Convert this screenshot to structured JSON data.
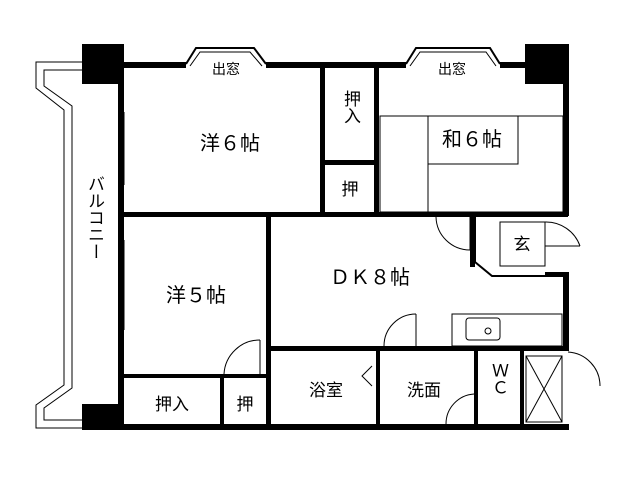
{
  "rooms": {
    "western6": "洋６帖",
    "japanese6": "和６帖",
    "western5": "洋５帖",
    "dk8": "ＤＫ８帖",
    "closet_upper": "押入",
    "closet_small": "押",
    "closet_lower": "押入",
    "closet_lower_small": "押",
    "entrance": "玄",
    "bathroom": "浴室",
    "washroom": "洗面",
    "wc": "ＷＣ"
  },
  "labels": {
    "bay_window_left": "出窓",
    "bay_window_right": "出窓",
    "balcony": "バルコニー"
  }
}
